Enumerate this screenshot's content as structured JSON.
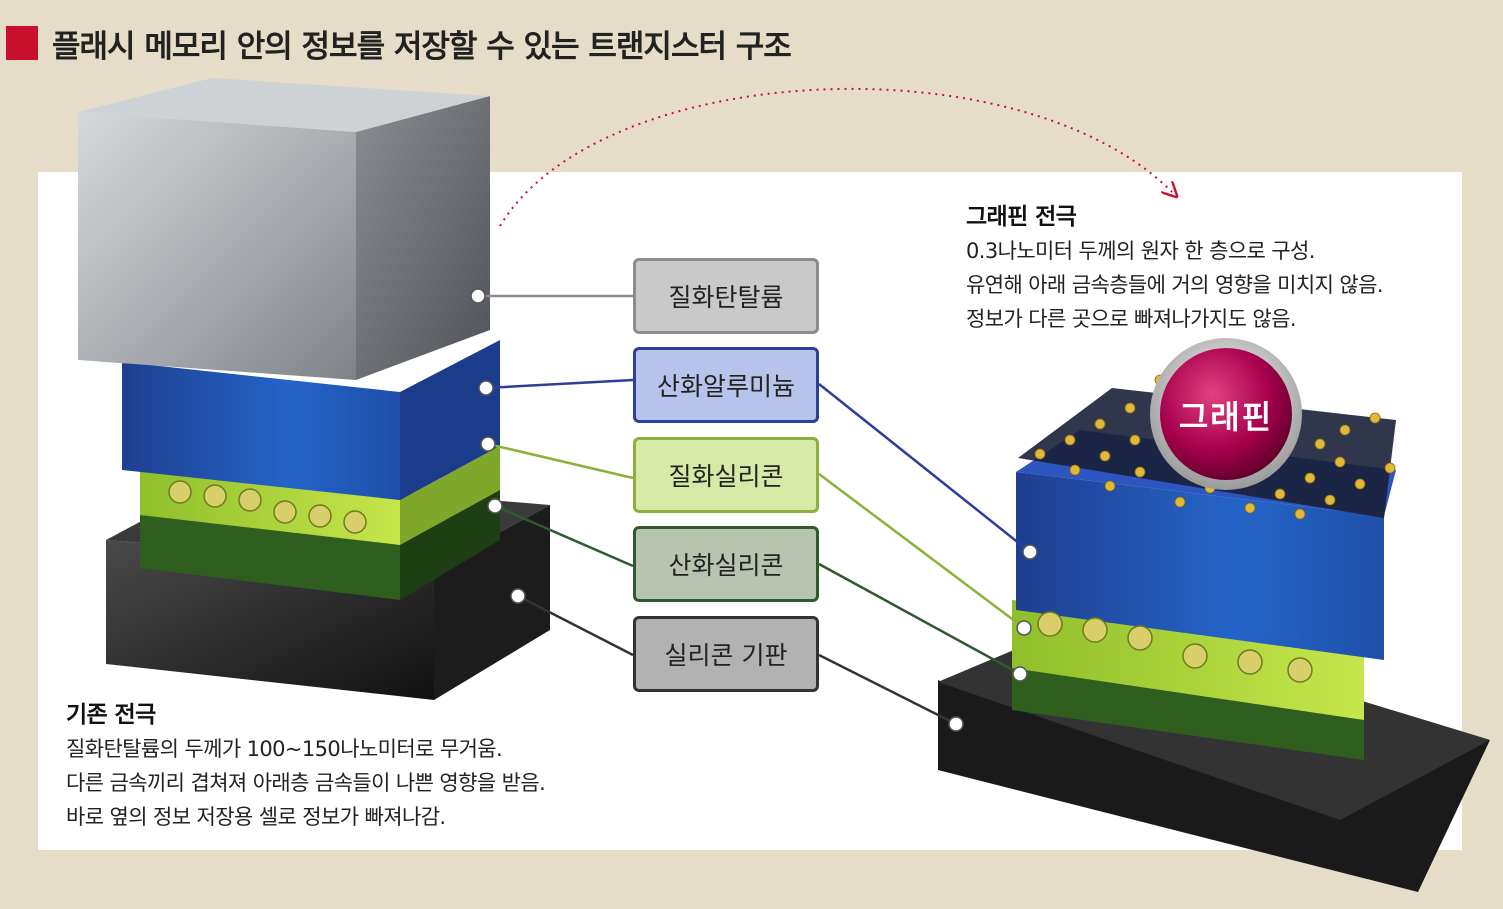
{
  "title": "플래시 메모리 안의 정보를 저장할 수 있는 트랜지스터 구조",
  "layers": [
    {
      "label": "질화탄탈륨",
      "color": "#c9c9c9",
      "border": "#8c8c8c"
    },
    {
      "label": "산화알루미늄",
      "color": "#b7c3ea",
      "border": "#2c3f9a"
    },
    {
      "label": "질화실리콘",
      "color": "#d6e9a6",
      "border": "#8cb13a"
    },
    {
      "label": "산화실리콘",
      "color": "#b8c3b0",
      "border": "#2e5a2e"
    },
    {
      "label": "실리콘 기판",
      "color": "#b2b2b2",
      "border": "#333333"
    }
  ],
  "existing": {
    "heading": "기존 전극",
    "lines": [
      "질화탄탈륨의 두께가 100∼150나노미터로 무거움.",
      "다른 금속끼리 겹쳐져 아래층 금속들이 나쁜 영향을 받음.",
      "바로 옆의 정보 저장용 셀로 정보가 빠져나감."
    ]
  },
  "graphene": {
    "heading": "그래핀 전극",
    "lines": [
      "0.3나노미터 두께의 원자 한 층으로 구성.",
      "유연해 아래 금속층들에 거의 영향을 미치지 않음.",
      "정보가 다른 곳으로 빠져나가지도 않음."
    ],
    "badge": "그래핀"
  },
  "colors": {
    "accent": "#c8102e",
    "background": "#e6ddc9",
    "panel": "#ffffff",
    "badge": "#a8004e"
  }
}
